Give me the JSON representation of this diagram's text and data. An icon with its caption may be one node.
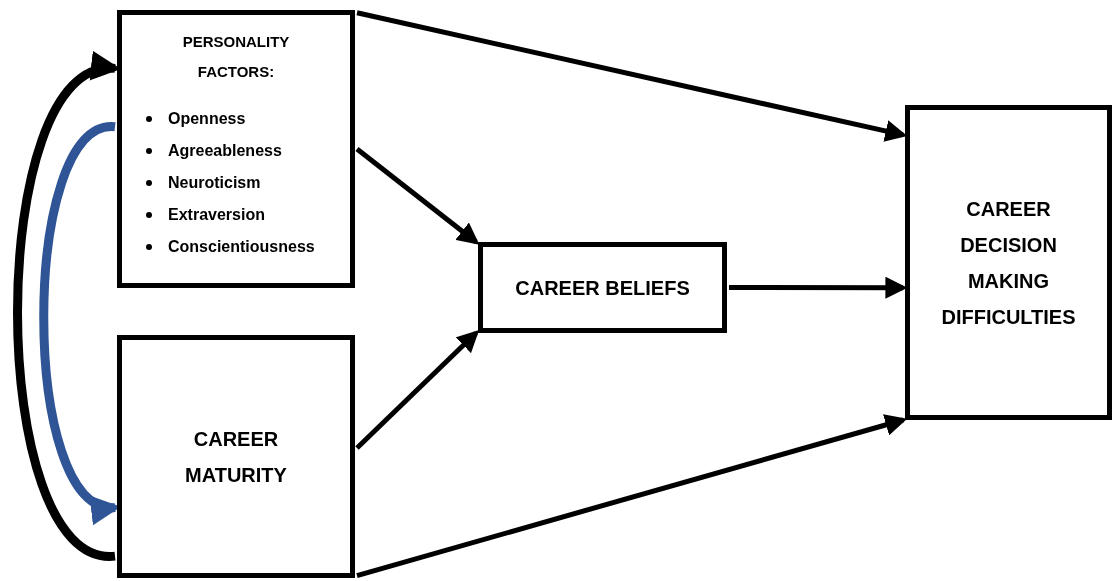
{
  "diagram": {
    "nodes": [
      {
        "text": [
          "PERSONALITY FACTORS:",
          "Openness",
          "Agreeableness",
          "Neuroticism",
          "Extraversion",
          "Conscientiousness"
        ]
      },
      {
        "text": [
          "CAREER MATURITY"
        ]
      },
      {
        "text": [
          "CAREER BELIEFS"
        ]
      },
      {
        "text": [
          "CAREER DECISION MAKING DIFFICULTIES"
        ]
      }
    ],
    "edges": [
      {
        "from": 0,
        "to": 3,
        "arrow": "to"
      },
      {
        "from": 0,
        "to": 2,
        "arrow": "to"
      },
      {
        "from": 1,
        "to": 2,
        "arrow": "to"
      },
      {
        "from": 1,
        "to": 3,
        "arrow": "to"
      },
      {
        "from": 2,
        "to": 3,
        "arrow": "to"
      },
      {
        "from": 1,
        "to": 0,
        "arrow": "to",
        "style": "thick"
      },
      {
        "from": 0,
        "to": 1,
        "arrow": "to",
        "style": "thick",
        "color": "#2f5597"
      }
    ]
  }
}
